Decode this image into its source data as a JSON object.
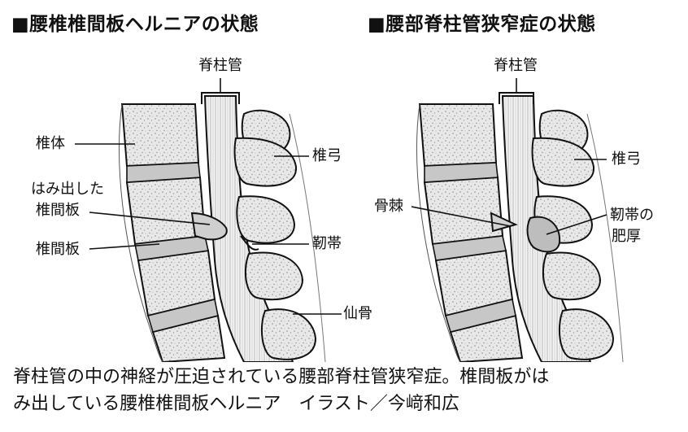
{
  "panels": {
    "left": {
      "title": "■腰椎椎間板ヘルニアの状態",
      "labels": {
        "spinal_canal": "脊柱管",
        "vertebral_body": "椎体",
        "herniated_line1": "はみ出した",
        "herniated_line2": "椎間板",
        "disc": "椎間板",
        "lamina": "椎弓",
        "ligament": "靭帯",
        "sacrum": "仙骨"
      }
    },
    "right": {
      "title": "■腰部脊柱管狭窄症の状態",
      "labels": {
        "spinal_canal": "脊柱管",
        "bone_spur": "骨棘",
        "lamina": "椎弓",
        "ligament_line1": "靭帯の",
        "ligament_line2": "肥厚"
      }
    }
  },
  "caption": {
    "line1": "脊柱管の中の神経が圧迫されている腰部脊柱管狭窄症。椎間板がは",
    "line2": "み出している腰椎椎間板ヘルニア　イラスト／今﨑和広"
  },
  "colors": {
    "ink": "#111111",
    "bone_fill": "#e6e6e6",
    "disc_fill": "#c4c4c4",
    "nerve_fill": "#f7f7f7",
    "background": "#ffffff"
  }
}
